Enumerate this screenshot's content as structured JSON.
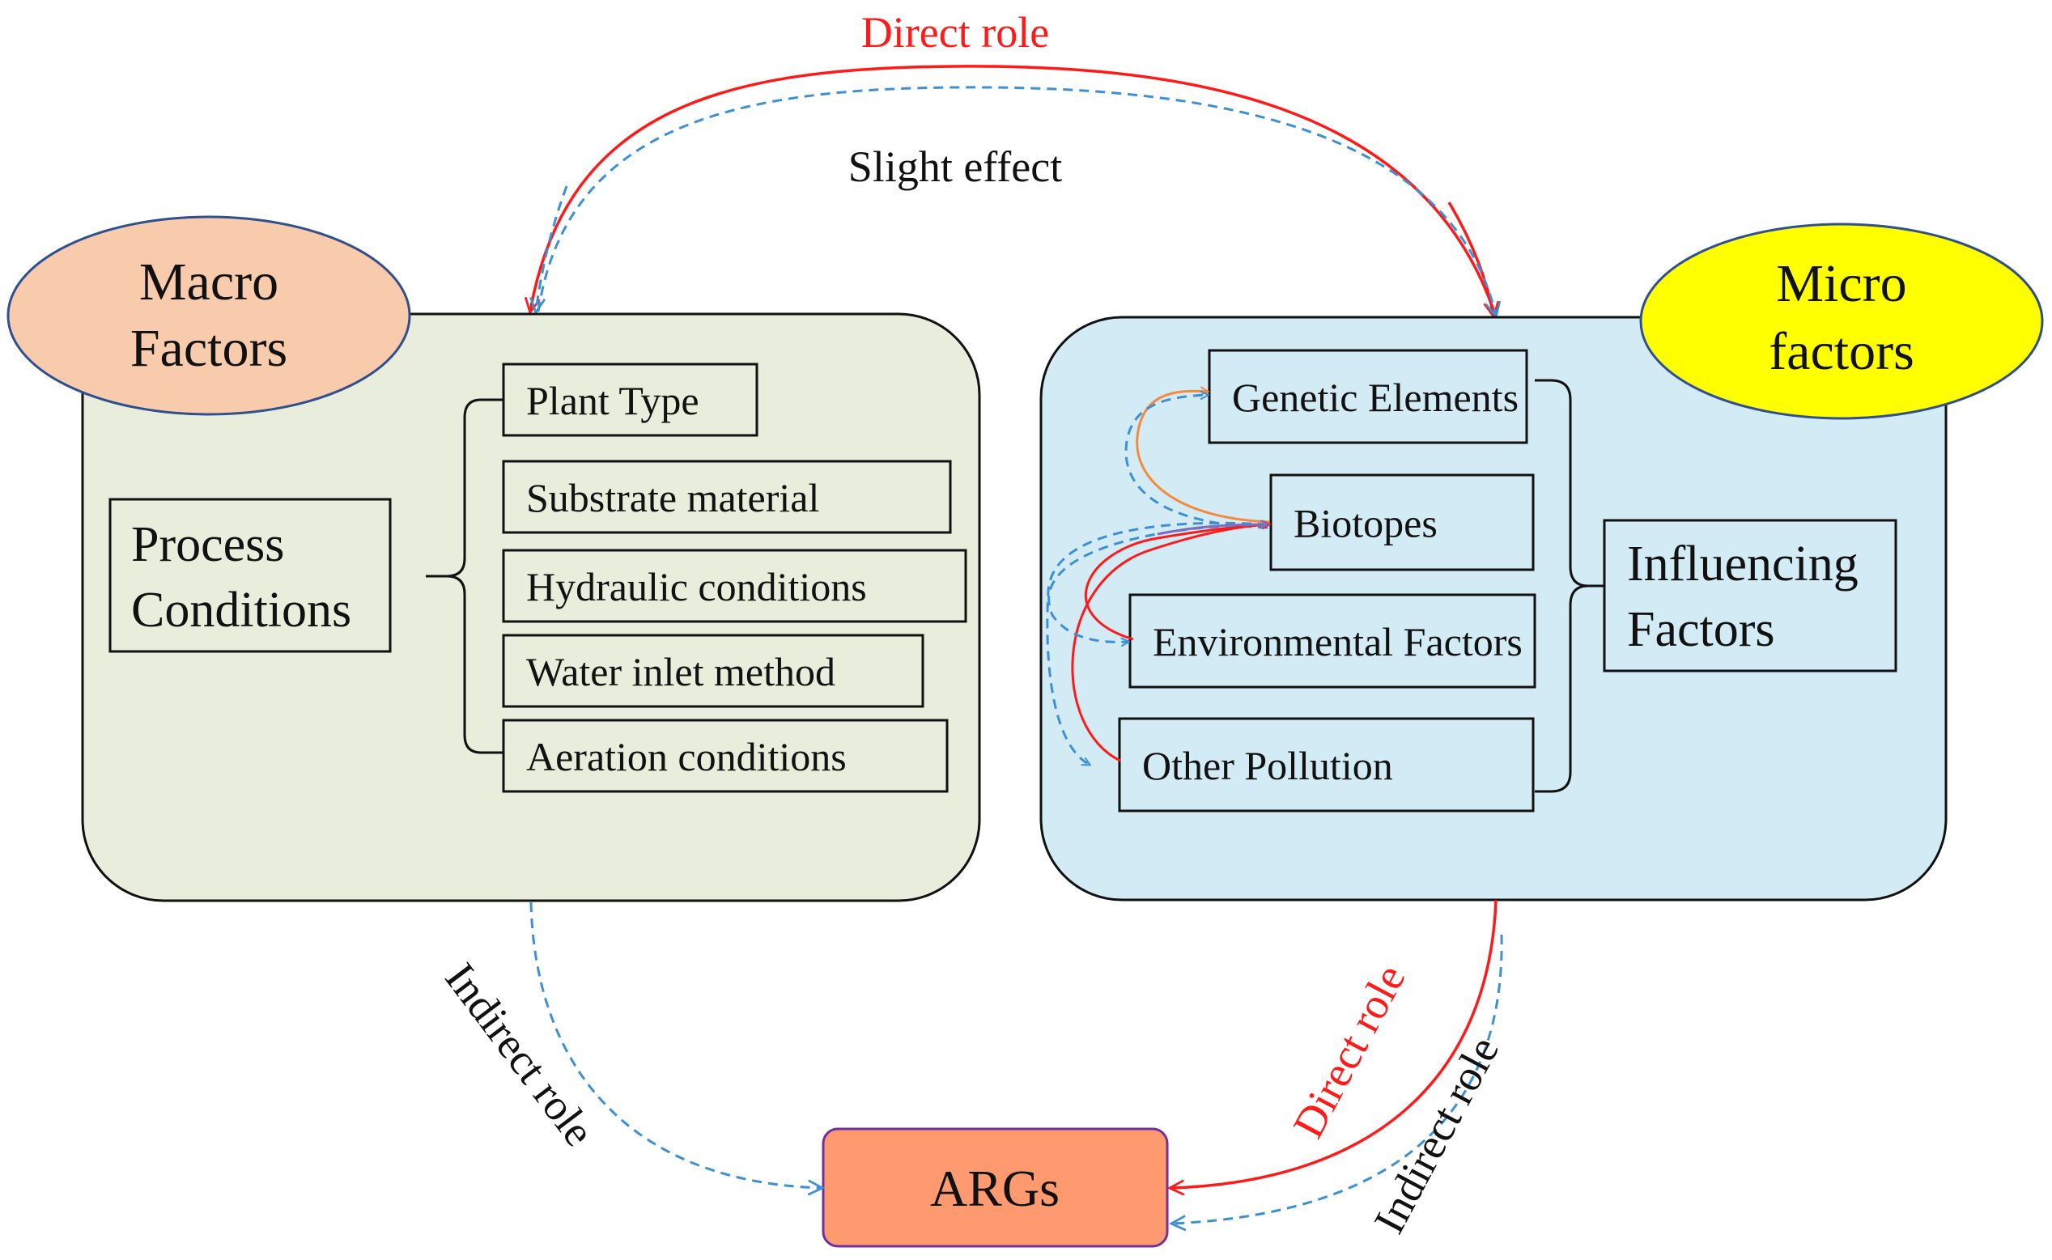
{
  "top_arc": {
    "direct_label": "Direct role",
    "slight_label": "Slight effect"
  },
  "macro": {
    "title_line1": "Macro",
    "title_line2": "Factors",
    "process_line1": "Process",
    "process_line2": "Conditions",
    "items": [
      "Plant Type",
      "Substrate material",
      "Hydraulic conditions",
      "Water inlet method",
      "Aeration conditions"
    ]
  },
  "micro": {
    "title_line1": "Micro",
    "title_line2": "factors",
    "influencing_line1": "Influencing",
    "influencing_line2": "Factors",
    "items": [
      "Genetic Elements",
      "Biotopes",
      "Environmental Factors",
      "Other Pollution"
    ]
  },
  "bottom": {
    "args_label": "ARGs",
    "indirect_left_label": "Indirect role",
    "direct_right_label": "Direct role",
    "indirect_right_label": "Indirect role"
  },
  "colors": {
    "direct": "#ff1a1a",
    "indirect": "#3d8fd6",
    "macro_oval": "#f8cbad",
    "micro_oval": "#ffff00",
    "macro_panel": "#e8eddc",
    "micro_panel": "#d3ebf4",
    "args_box": "#ff9a70",
    "orange_arrow": "#f58a3c",
    "purple_line": "#7a6fc0"
  }
}
